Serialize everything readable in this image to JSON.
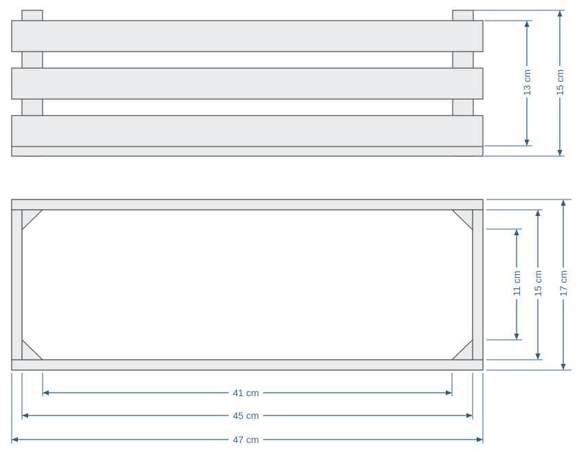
{
  "dimensions": {
    "front_inner_height": "13 cm",
    "front_total_height": "15 cm",
    "top_inner_clear": "11 cm",
    "top_inner_width": "15 cm",
    "top_outer_width": "17 cm",
    "inner_length": "41 cm",
    "mid_length": "45 cm",
    "outer_length": "47 cm"
  },
  "colors": {
    "wood": "#e9ebec",
    "outline": "#4a4a4a",
    "dimension": "#2f5f86"
  }
}
